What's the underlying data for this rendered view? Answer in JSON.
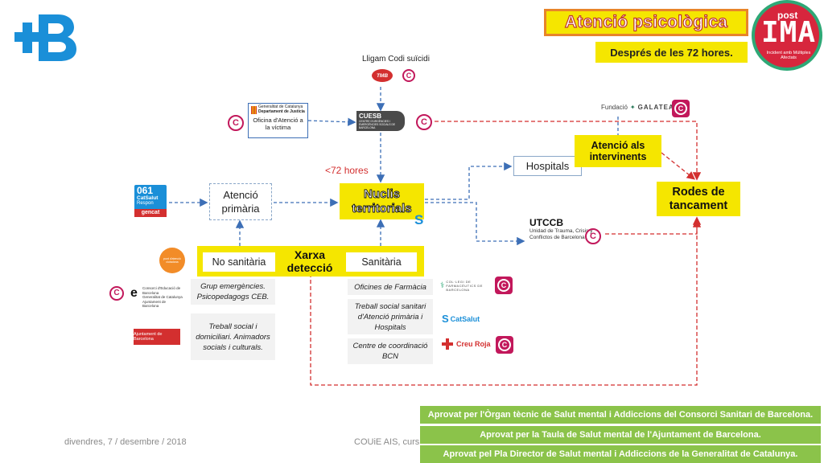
{
  "header": {
    "title": "Atenció psicològica",
    "subtitle": "Després de les 72 hores."
  },
  "badge": {
    "post": "post",
    "ima": "IMA",
    "sub": "Incident amb Múltiples Afectats"
  },
  "top_label": "Lligam Codi suïcidi",
  "logos": {
    "tmb": "TMB",
    "cuesb_main": "CUESB",
    "cuesb_sub": "CENTRE D'URGÈNCIES I EMERGÈNCIES SOCIALS DE BARCELONA",
    "galatea_pre": "Fundació",
    "galatea_name": "GALATEA",
    "gencat_line1": "Generalitat de Catalunya",
    "gencat_line2": "Departament de Justícia",
    "oficina": "Oficina d'Atenció a la víctima",
    "s061_num": "061",
    "s061_name": "CatSalut",
    "s061_sub": "Respon",
    "s061_gencat": "gencat",
    "utccb_main": "UTCCB",
    "utccb_sub": "Unidad de Trauma, Crisis y Conflictos de Barcelona",
    "consorci_1": "Consorci d'Educació de Barcelona",
    "consorci_2": "Generalitat de Catalunya Ajuntament de Barcelona",
    "ajuntament": "Ajuntament de Barcelona",
    "farmaceutics": "COL·LEGI DE FARMACÈUTICS DE BARCELONA",
    "catsalut": "CatSalut",
    "creu_roja": "Creu Roja",
    "orange_circle": "punt d'atenció ciutadana"
  },
  "nodes": {
    "hores": "<72 hores",
    "hospitals": "Hospitals",
    "atencio_intervinents": "Atenció als intervinents",
    "rodes": "Rodes de tancament",
    "atencio_primaria": "Atenció primària",
    "nuclis": "Nuclis territorials",
    "xarxa": "Xarxa detecció",
    "no_sanitaria": "No sanitària",
    "sanitaria": "Sanitària"
  },
  "lists": {
    "left": [
      "Grup emergències. Psicopedagogs CEB.",
      "Treball social i domiciliari. Animadors socials i culturals."
    ],
    "right": [
      "Oficines de Farmàcia",
      "Treball social sanitari d'Atenció primària i Hospitals",
      "Centre de coordinació BCN"
    ]
  },
  "approvals": [
    "Aprovat per l'Òrgan tècnic de Salut mental i Addiccions del Consorci Sanitari de Barcelona.",
    "Aprovat per la Taula de Salut mental de l'Ajuntament de Barcelona.",
    "Aprovat pel Pla Director de Salut mental i Addiccions de la Generalitat de Catalunya."
  ],
  "footer": {
    "date": "divendres, 7 / desembre / 2018",
    "center": "COUiE AIS, curs"
  },
  "colors": {
    "accent_blue": "#1a8fd8",
    "highlight_yellow": "#f5e600",
    "dashed_red": "#d32f2f",
    "dashed_blue": "#3d6fb6",
    "approval_green": "#8bc34a",
    "brand_magenta": "#c2185b"
  }
}
